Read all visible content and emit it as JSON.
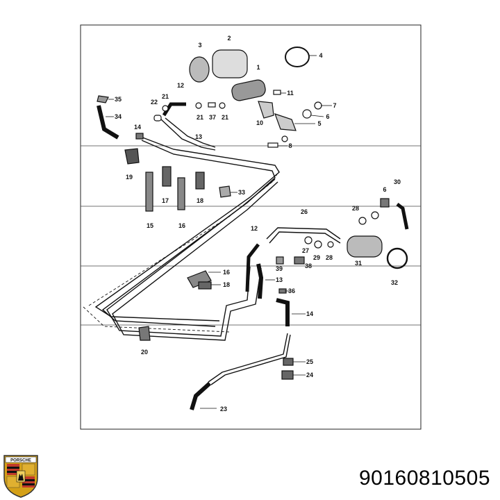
{
  "part_number": "90160810505",
  "logo_lettering": "PORSCHE",
  "callouts": [
    "1",
    "2",
    "3",
    "4",
    "5",
    "6",
    "7",
    "8",
    "10",
    "11",
    "12",
    "13",
    "14",
    "15",
    "16",
    "17",
    "18",
    "19",
    "20",
    "21",
    "22",
    "23",
    "24",
    "25",
    "26",
    "27",
    "28",
    "29",
    "30",
    "31",
    "32",
    "33",
    "34",
    "35",
    "36",
    "37",
    "38",
    "39"
  ],
  "colors": {
    "ink": "#111111",
    "logo_red": "#c0392b",
    "logo_gold": "#d4a017"
  }
}
